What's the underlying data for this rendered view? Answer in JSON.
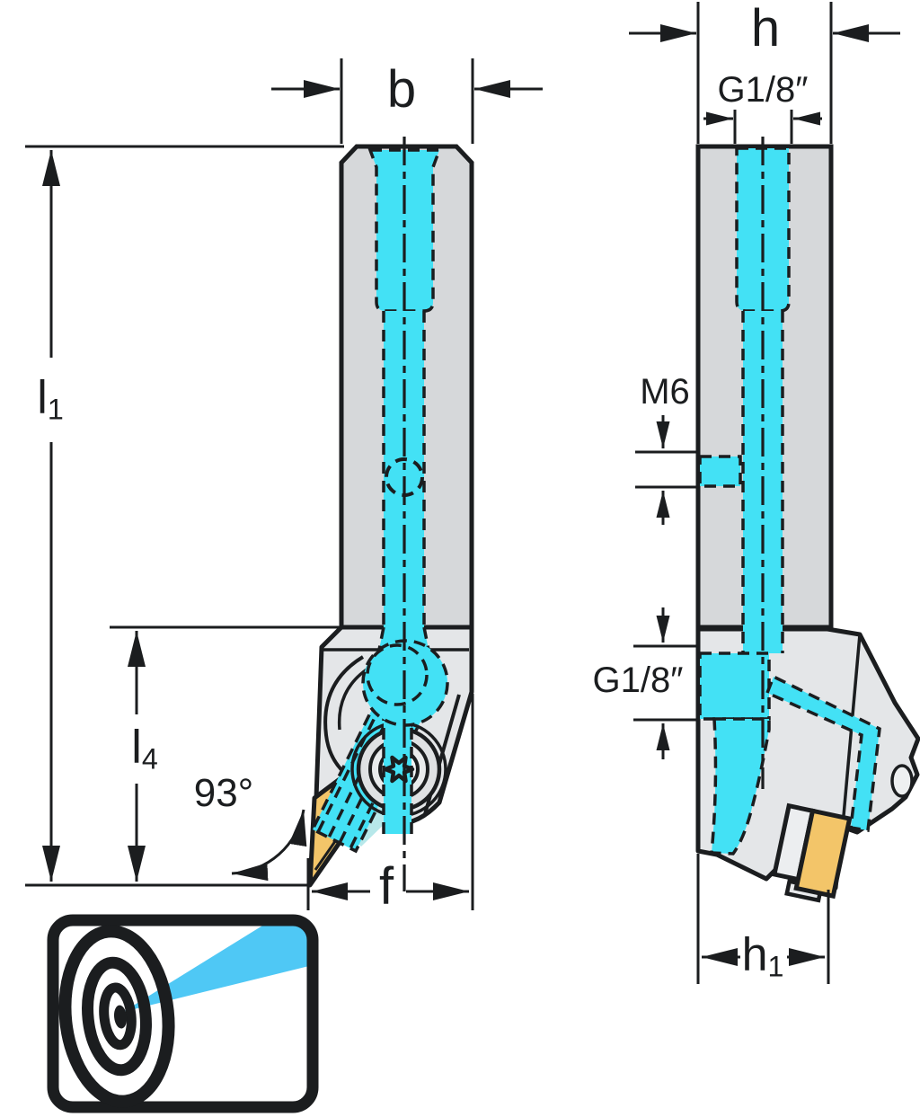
{
  "drawing_type": "tool-holder-dimension-drawing",
  "labels": {
    "b": "b",
    "h": "h",
    "g18_top": "G1/8″",
    "m6": "M6",
    "l1": {
      "base": "l",
      "sub": "1"
    },
    "l4": {
      "base": "l",
      "sub": "4"
    },
    "angle": "93°",
    "f": "f",
    "g18_side": "G1/8″",
    "h1": {
      "base": "h",
      "sub": "1"
    }
  },
  "icons": {
    "coolant_target": "coolant-target-icon"
  },
  "colors": {
    "coolant": "#43E1F5",
    "insert": "#F3C569",
    "beam": "#4FC8F5",
    "steel": "#D6D8DA",
    "head": "#E4E6E8",
    "outline": "#1B1D1F"
  }
}
